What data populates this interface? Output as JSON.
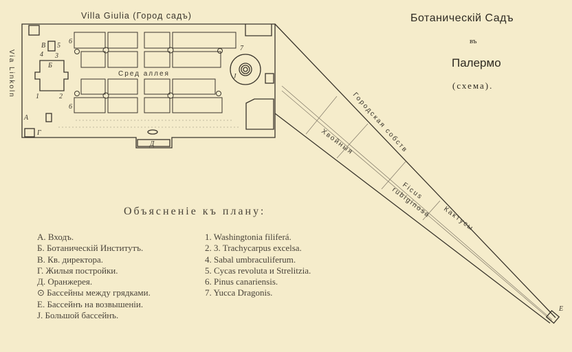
{
  "title": {
    "line1": "Ботаническій Садъ",
    "line2": "въ",
    "line3": "Палермо",
    "line4": "(схема)."
  },
  "map": {
    "top_street": "Villa Giulia (Город садъ)",
    "left_street": "Via Linkoln",
    "central_alley": "Сред аллея",
    "right_street": "Городская собств",
    "section_conifers": "Хвойныя",
    "section_ficus_1": "Ficus",
    "section_ficus_2": "rubiginosa",
    "section_cacti": "Кактусы",
    "markers": {
      "A": "А",
      "B": "Б",
      "V": "В",
      "G": "Г",
      "D": "Д",
      "E": "E",
      "J": "J",
      "n1": "1",
      "n2": "2",
      "n3": "3",
      "n4": "4",
      "n5": "5",
      "n6a": "6",
      "n6b": "6",
      "n7": "7"
    }
  },
  "legend": {
    "heading": "Объясненіе къ плану:",
    "left": [
      "А. Входъ.",
      "Б. Ботаническій Институтъ.",
      "В. Кв. директора.",
      "Г. Жилыя постройки.",
      "Д. Оранжерея.",
      "⊙ Бассейны между грядками.",
      "E. Бассейнъ на возвышеніи.",
      "J. Большой бассейнъ."
    ],
    "right": [
      "1. Washingtonia filiferá.",
      "2. 3. Trachycarpus excelsa.",
      "4. Sabal umbraculiferum.",
      "5. Cycas revoluta и Strelitzia.",
      "6. Pinus canariensis.",
      "7. Yucca Dragonis."
    ]
  }
}
